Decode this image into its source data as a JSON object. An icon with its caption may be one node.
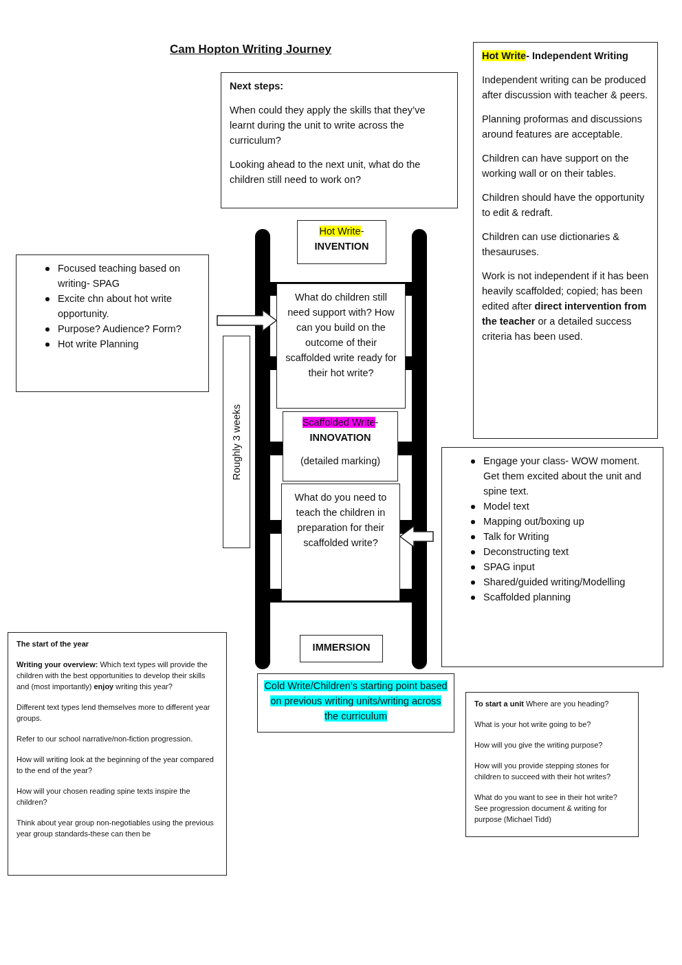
{
  "diagram": {
    "title": "Cam Hopton Writing Journey",
    "nodes": [
      {
        "text": [
          "Next steps:",
          "When could they apply the skills that they’ve learnt during the unit to write across the curriculum?",
          "Looking ahead to the next unit, what do the children still need to work on?"
        ]
      },
      {
        "text": [
          "Hot Write- **Independent Writing**",
          "Independent writing can be produced after discussion with teacher & peers.",
          "Planning proformas and discussions around features are acceptable.",
          "Children can have support on the working wall or on their tables.",
          "Children should have the opportunity to edit & redraft.",
          "Children can use dictionaries & thesauruses.",
          "Work is not independent if it has been heavily scaffolded; copied; has been edited after **direct intervention from the teacher** or a detailed success criteria has been used."
        ]
      },
      {
        "text": [
          "Focused teaching based on writing- SPAG",
          "Excite chn about hot write opportunity.",
          "Purpose? Audience? Form?",
          "Hot write Planning"
        ]
      },
      {
        "text": [
          "Hot Write-",
          "INVENTION"
        ]
      },
      {
        "text": [
          "What do children still need support with? How can you build on the outcome of their scaffolded write ready for their hot write?"
        ]
      },
      {
        "text": [
          "Scaffolded Write-",
          "INNOVATION",
          "(detailed marking)"
        ]
      },
      {
        "text": [
          "What do you need to teach the children in preparation for their scaffolded write?"
        ]
      },
      {
        "text": [
          "IMMERSION"
        ]
      },
      {
        "text": [
          "Cold Write/Children’s starting point based on previous writing units/writing across the curriculum"
        ]
      },
      {
        "text": [
          "Engage your class- WOW moment. Get them excited about the unit and spine text.",
          "Model text",
          "Mapping out/boxing up",
          "Talk for Writing",
          "Deconstructing text",
          "SPAG input",
          "Shared/guided writing/Modelling",
          "Scaffolded planning"
        ]
      },
      {
        "text": [
          "Roughly 3 weeks"
        ]
      },
      {
        "text": [
          "The start of the year",
          "**Writing your overview:** Which text types will provide the children with the best opportunities to develop their skills and (most importantly) **enjoy** writing this year?",
          "Different text types lend themselves more to different year groups.",
          "Refer to our school narrative/non-fiction progression.",
          "How will writing look at the beginning of the year compared to the end of the year?",
          "How will your chosen reading spine texts inspire the children?",
          "Think about year group non-negotiables using the previous year group standards-these can then be"
        ]
      },
      {
        "text": [
          "**To start a unit**  Where are you heading?",
          "What is your hot write going to be?",
          "How will you give the writing purpose?",
          "How will you provide stepping stones for children to succeed with their hot writes?",
          "What do you want to see in their hot write? See progression document & writing for purpose (Michael Tidd)"
        ]
      }
    ],
    "edges": [
      {
        "from": 2,
        "to": 4,
        "arrow": "to"
      },
      {
        "from": 9,
        "to": 6,
        "arrow": "to"
      }
    ]
  }
}
